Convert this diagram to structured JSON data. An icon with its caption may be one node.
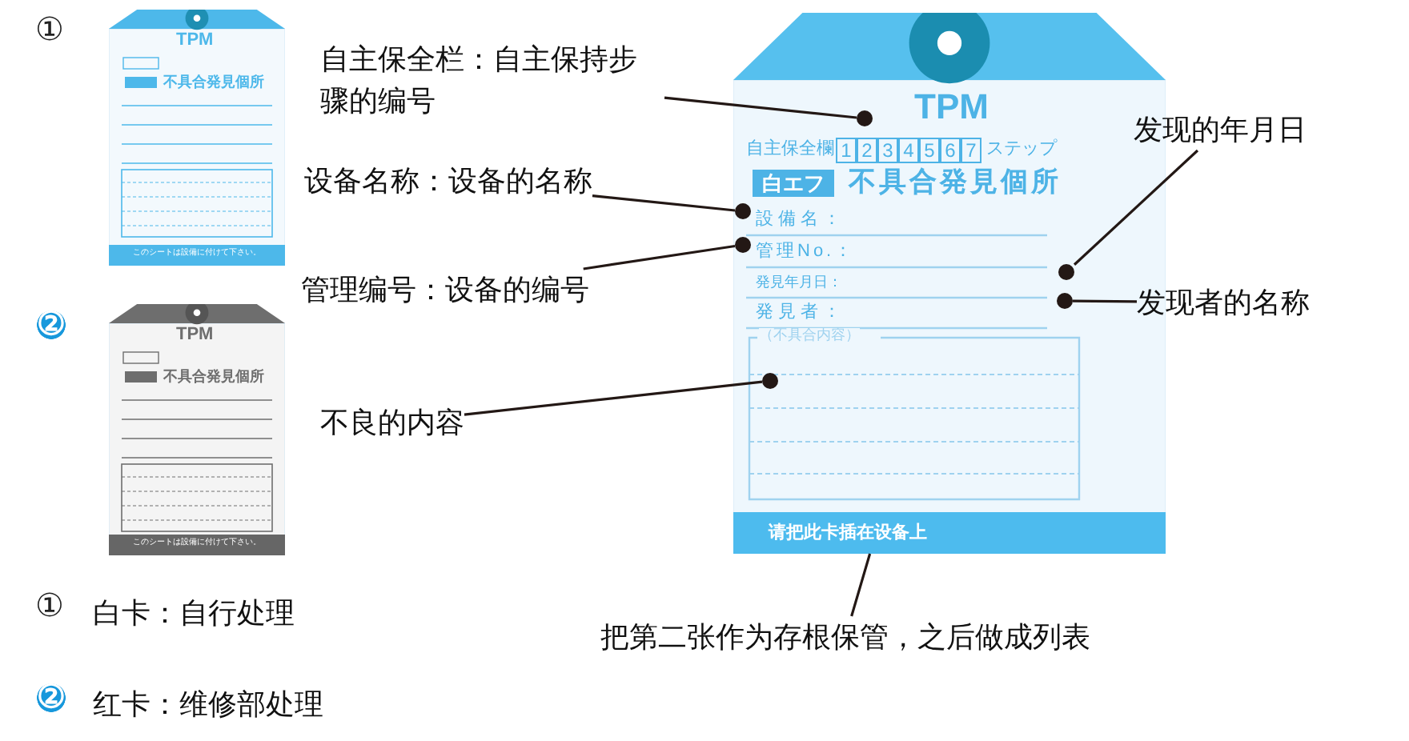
{
  "diagram": {
    "nodes": [
      {
        "text": [
          "TPM",
          "不具合発見個所",
          "このシートは設備に付けて下さい。"
        ]
      },
      {
        "text": [
          "TPM",
          "不具合発見個所",
          "このシートは設備に付けて下さい。"
        ]
      },
      {
        "text": [
          "TPM",
          "自主保全欄",
          "1",
          "2",
          "3",
          "4",
          "5",
          "6",
          "7",
          "ステップ",
          "白エフ",
          "不具合発見個所",
          "設備名：",
          "管理No.：",
          "発見年月日：",
          "発見者：",
          "（不具合内容）",
          "请把此卡插在设备上"
        ]
      },
      {
        "text": [],
        "shape": "circle",
        "in": 2
      },
      {
        "text": [],
        "shape": "circle",
        "in": 2
      },
      {
        "text": [],
        "shape": "circle",
        "in": 2
      },
      {
        "text": [],
        "shape": "circle",
        "in": 2
      },
      {
        "text": [],
        "shape": "circle",
        "in": 2
      },
      {
        "text": [],
        "shape": "circle",
        "in": 2
      },
      {
        "text": [
          "自主保全栏：自主保持步骤的编号"
        ]
      },
      {
        "text": [
          "设备名称：设备的名称"
        ]
      },
      {
        "text": [
          "管理编号：设备的编号"
        ]
      },
      {
        "text": [
          "不良的内容"
        ]
      },
      {
        "text": [
          "发现的年月日"
        ]
      },
      {
        "text": [
          "发现者的名称"
        ]
      },
      {
        "text": [
          "把第二张作为存根保管，之后做成列表"
        ]
      }
    ],
    "edges": [
      {
        "from": 9,
        "to": 3,
        "arrow": "none"
      },
      {
        "from": 10,
        "to": 4,
        "arrow": "none"
      },
      {
        "from": 11,
        "to": 5,
        "arrow": "none"
      },
      {
        "from": 12,
        "to": 8,
        "arrow": "none"
      },
      {
        "from": 13,
        "to": 6,
        "arrow": "none"
      },
      {
        "from": 14,
        "to": 7,
        "arrow": "none"
      },
      {
        "from": 15,
        "to": 2,
        "arrow": "none"
      }
    ],
    "labels": [
      "①",
      "②",
      "①",
      "白卡：自行处理",
      "②",
      "红卡：维修部处理"
    ]
  }
}
